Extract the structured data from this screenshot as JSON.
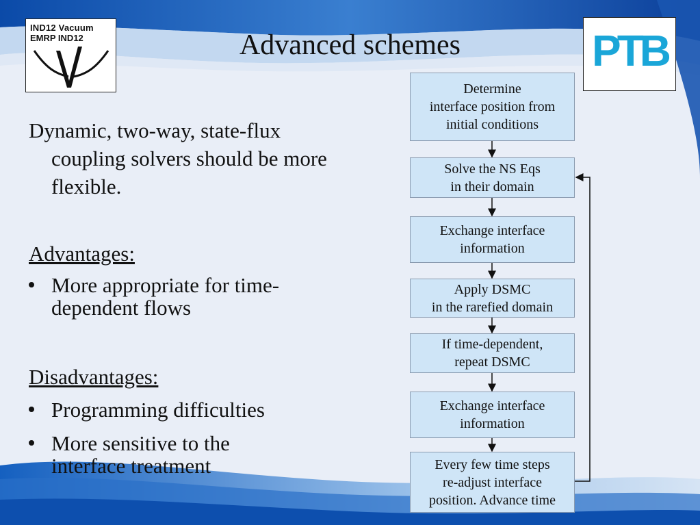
{
  "slide": {
    "title": "Advanced schemes",
    "paragraph": {
      "first_line": "Dynamic, two-way, state-flux",
      "rest": "coupling solvers should be more flexible."
    },
    "advantages": {
      "heading": "Advantages:",
      "items": [
        "More appropriate for time-dependent flows"
      ]
    },
    "disadvantages": {
      "heading": "Disadvantages:",
      "items": [
        "Programming difficulties",
        "More sensitive to the interface treatment"
      ]
    }
  },
  "logos": {
    "left_line1": "IND12  Vacuum",
    "left_line2": "EMRP IND12",
    "right": "PTB",
    "right_color": "#1aa6d8"
  },
  "flowchart": {
    "steps": [
      "Determine\ninterface position from\ninitial conditions",
      "Solve the NS Eqs\nin their domain",
      "Exchange interface\ninformation",
      "Apply DSMC\nin the rarefied domain",
      "If time-dependent,\nrepeat DSMC",
      "Exchange interface\ninformation",
      "Every few time steps\nre-adjust interface\nposition. Advance time"
    ],
    "box_color": "#cfe5f7"
  }
}
